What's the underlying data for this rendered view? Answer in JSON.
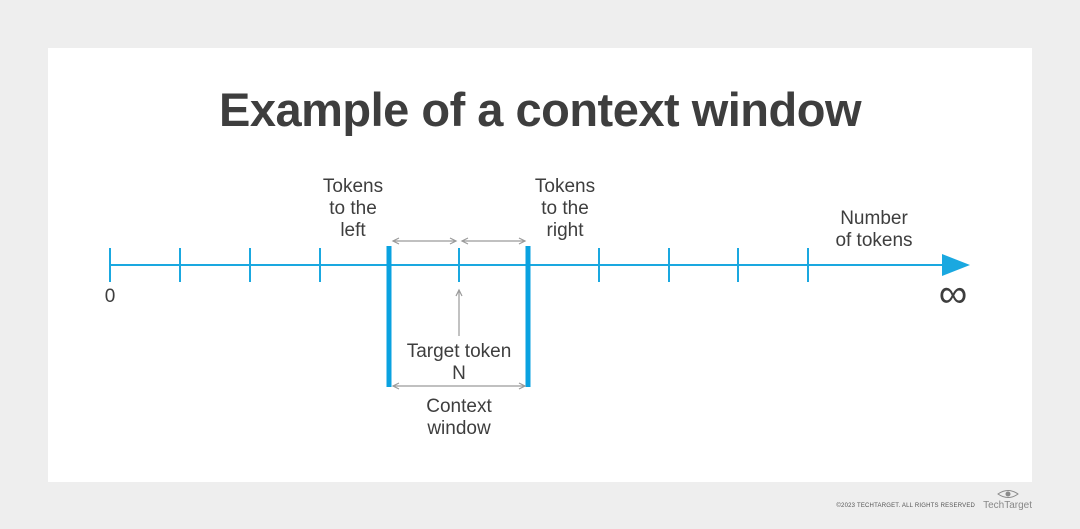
{
  "title": "Example of a context window",
  "labels": {
    "tokens_left": "Tokens\nto the\nleft",
    "tokens_right": "Tokens\nto the\nright",
    "number_of_tokens": "Number\nof tokens",
    "axis_start": "0",
    "axis_end": "∞",
    "target_token": "Target token\nN",
    "context_window": "Context\nwindow"
  },
  "colors": {
    "axis": "#1aa8e0",
    "window_bar": "#0aa2e0",
    "arrow": "#9a9a9a",
    "text": "#3e3e3e",
    "background": "#eeeeee",
    "card": "#ffffff"
  },
  "footer": {
    "copyright": "©2023 TECHTARGET. ALL RIGHTS RESERVED",
    "brand": "TechTarget",
    "brand_icon": "eye-icon"
  }
}
